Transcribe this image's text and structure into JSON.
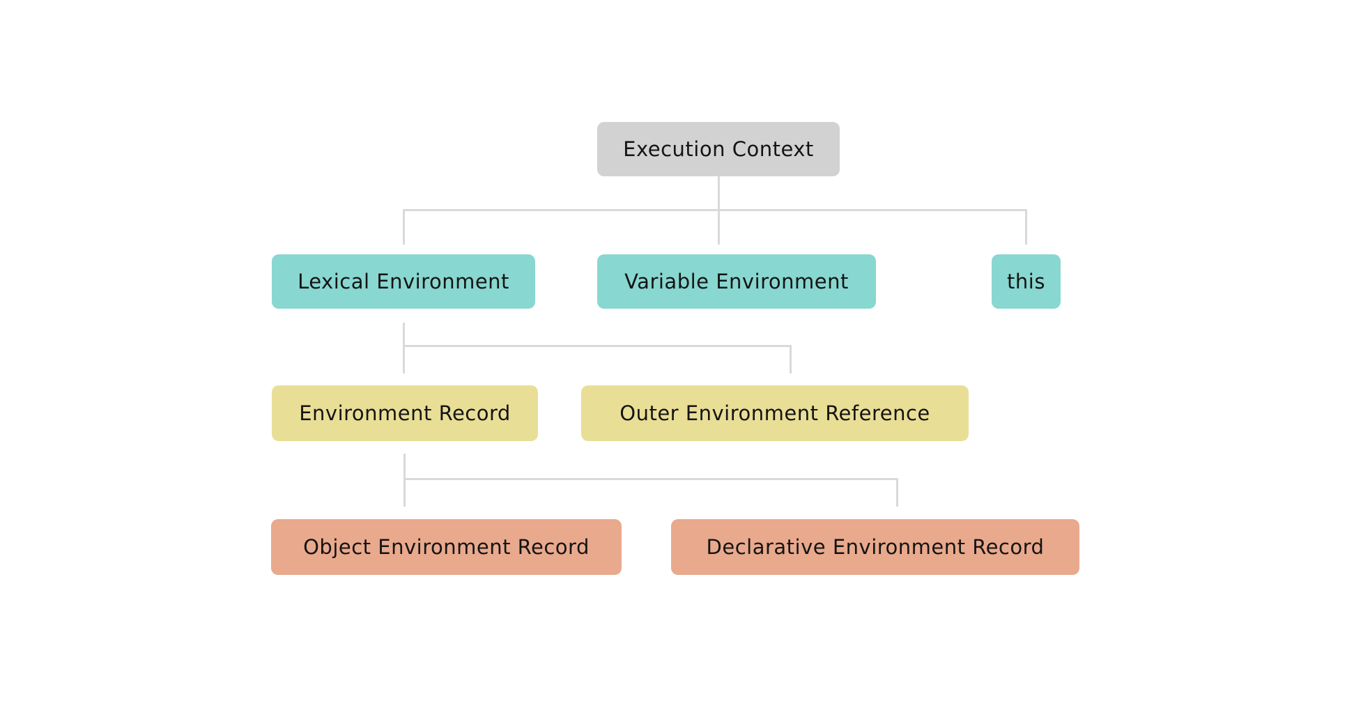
{
  "diagram": {
    "type": "tree",
    "background_color": "#ffffff",
    "line_color": "#d9d9d9",
    "text_color": "#141414",
    "nodes": {
      "execution_context": {
        "label": "Execution Context",
        "color": "#d2d2d2"
      },
      "lexical_environment": {
        "label": "Lexical Environment",
        "color": "#88d7d0"
      },
      "variable_environment": {
        "label": "Variable Environment",
        "color": "#88d7d0"
      },
      "this_binding": {
        "label": "this",
        "color": "#88d7d0"
      },
      "environment_record": {
        "label": "Environment Record",
        "color": "#e9de96"
      },
      "outer_environment_reference": {
        "label": "Outer Environment Reference",
        "color": "#e9de96"
      },
      "object_environment_record": {
        "label": "Object Environment Record",
        "color": "#e9a98d"
      },
      "declarative_environment_record": {
        "label": "Declarative Environment Record",
        "color": "#e9a98d"
      }
    },
    "hierarchy": [
      {
        "parent": "Execution Context",
        "children": [
          "Lexical Environment",
          "Variable Environment",
          "this"
        ]
      },
      {
        "parent": "Lexical Environment",
        "children": [
          "Environment Record",
          "Outer Environment Reference"
        ]
      },
      {
        "parent": "Environment Record",
        "children": [
          "Object Environment Record",
          "Declarative Environment Record"
        ]
      }
    ]
  }
}
